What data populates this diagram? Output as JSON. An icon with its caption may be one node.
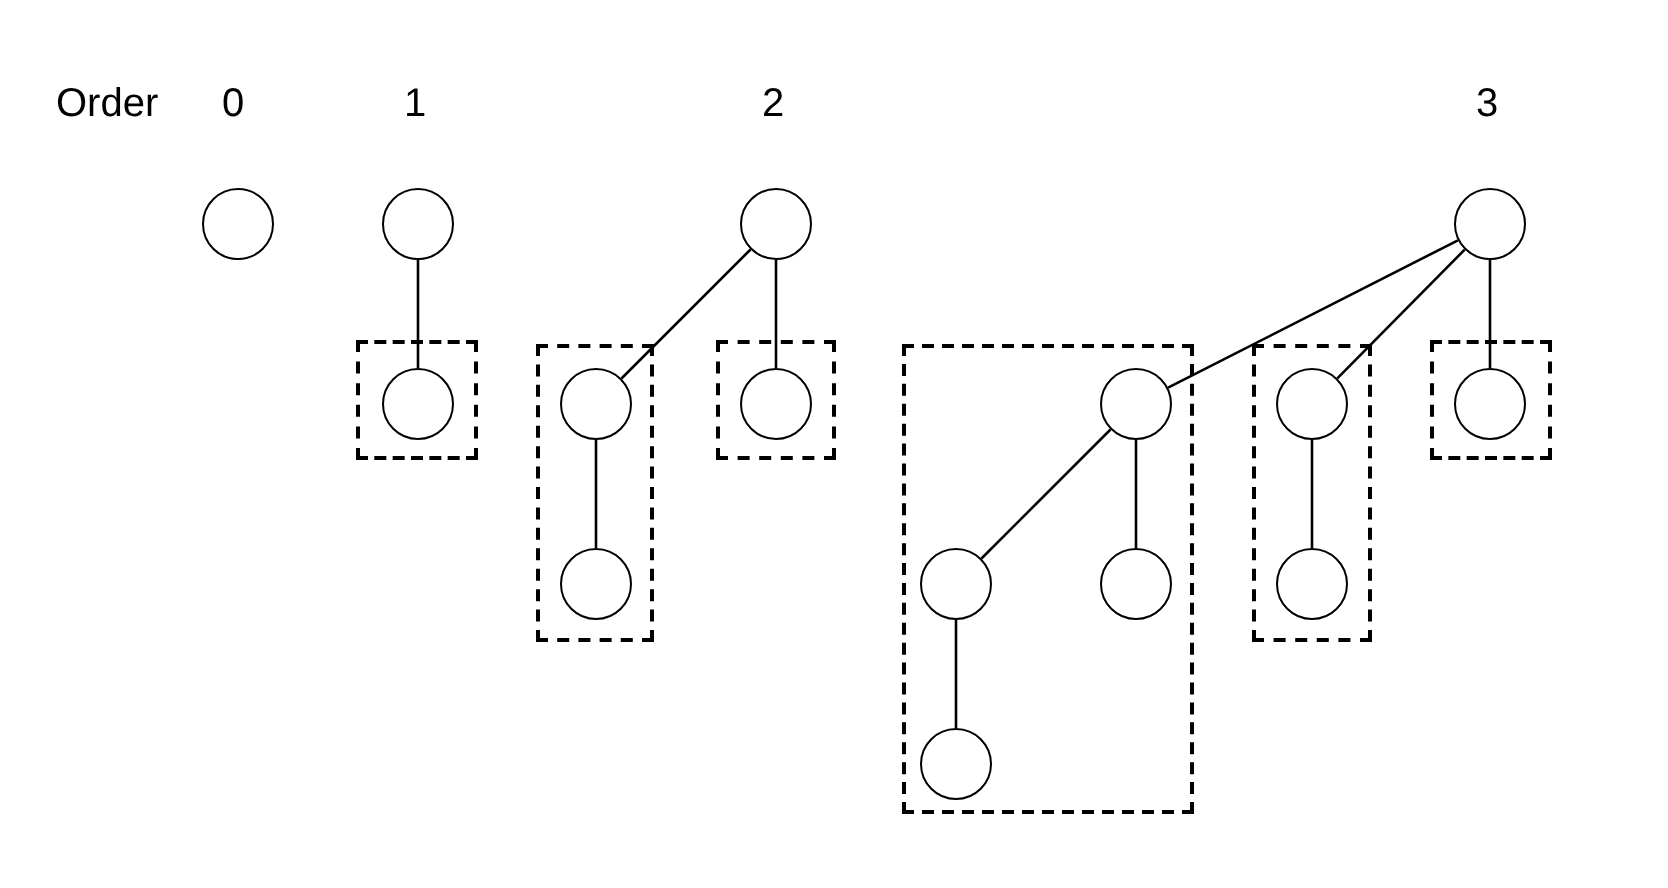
{
  "diagram": {
    "nodes": [
      {
        "text": [],
        "shape": "circle"
      },
      {
        "text": [],
        "shape": "circle"
      },
      {
        "text": [],
        "shape": "box"
      },
      {
        "text": [],
        "shape": "circle",
        "in": 2
      },
      {
        "text": [],
        "shape": "circle"
      },
      {
        "text": [],
        "shape": "box"
      },
      {
        "text": [],
        "shape": "circle",
        "in": 5
      },
      {
        "text": [],
        "shape": "circle",
        "in": 5
      },
      {
        "text": [],
        "shape": "box"
      },
      {
        "text": [],
        "shape": "circle",
        "in": 8
      },
      {
        "text": [],
        "shape": "circle"
      },
      {
        "text": [],
        "shape": "box"
      },
      {
        "text": [],
        "shape": "circle",
        "in": 11
      },
      {
        "text": [],
        "shape": "circle",
        "in": 11
      },
      {
        "text": [],
        "shape": "circle",
        "in": 11
      },
      {
        "text": [],
        "shape": "circle",
        "in": 11
      },
      {
        "text": [],
        "shape": "box"
      },
      {
        "text": [],
        "shape": "circle",
        "in": 16
      },
      {
        "text": [],
        "shape": "circle",
        "in": 16
      },
      {
        "text": [],
        "shape": "box"
      },
      {
        "text": [],
        "shape": "circle",
        "in": 19
      }
    ],
    "edges": [
      {
        "from": 1,
        "to": 3,
        "arrow": "none"
      },
      {
        "from": 4,
        "to": 6,
        "arrow": "none"
      },
      {
        "from": 4,
        "to": 9,
        "arrow": "none"
      },
      {
        "from": 6,
        "to": 7,
        "arrow": "none"
      },
      {
        "from": 10,
        "to": 12,
        "arrow": "none"
      },
      {
        "from": 10,
        "to": 17,
        "arrow": "none"
      },
      {
        "from": 10,
        "to": 20,
        "arrow": "none"
      },
      {
        "from": 12,
        "to": 13,
        "arrow": "none"
      },
      {
        "from": 12,
        "to": 14,
        "arrow": "none"
      },
      {
        "from": 13,
        "to": 15,
        "arrow": "none"
      },
      {
        "from": 17,
        "to": 18,
        "arrow": "none"
      }
    ],
    "labels": [
      "Order",
      "0",
      "1",
      "2",
      "3"
    ]
  }
}
